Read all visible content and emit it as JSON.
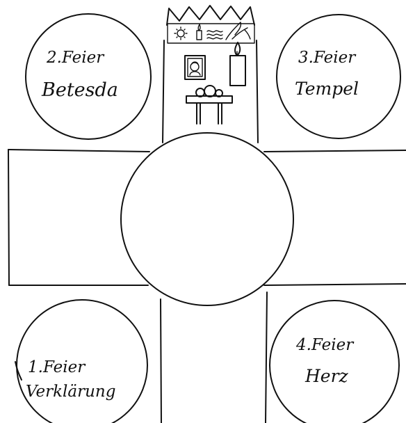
{
  "stations": [
    {
      "number": "2.Feier",
      "name": "Betesda"
    },
    {
      "number": "3.Feier",
      "name": "Tempel"
    },
    {
      "number": "1.Feier",
      "name": "Verklärung"
    },
    {
      "number": "4.Feier",
      "name": "Herz"
    }
  ],
  "center": {
    "label": ""
  },
  "colors": {
    "ink": "#111111",
    "paper": "#ffffff"
  }
}
